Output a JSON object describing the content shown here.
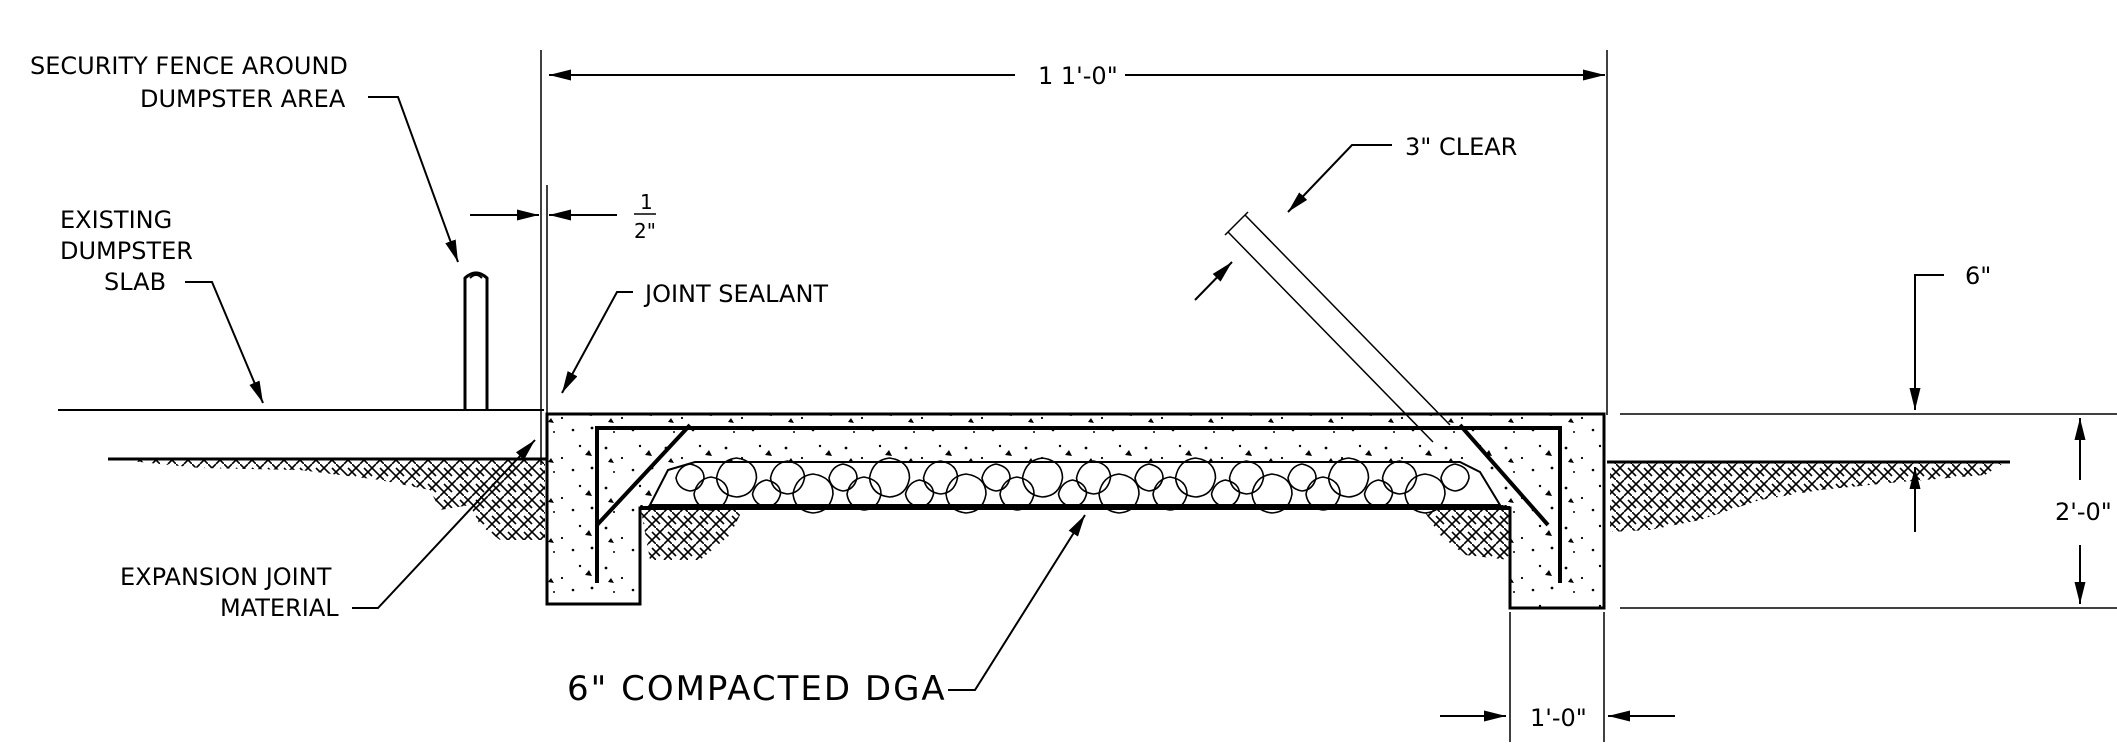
{
  "labels": {
    "fence_line1": "SECURITY FENCE AROUND",
    "fence_line2": "DUMPSTER AREA",
    "slab_line1": "EXISTING",
    "slab_line2": "DUMPSTER",
    "slab_line3": "SLAB",
    "expansion_line1": "EXPANSION JOINT",
    "expansion_line2": "MATERIAL",
    "joint_sealant": "JOINT SEALANT",
    "clear": "3\" CLEAR",
    "compacted": "6\" COMPACTED DGA"
  },
  "dimensions": {
    "overall_width": "1 1'-0\"",
    "half_inch_num": "1",
    "half_inch_den": "2\"",
    "thickness": "6\"",
    "depth": "2'-0\"",
    "footing_width": "1'-0\""
  }
}
